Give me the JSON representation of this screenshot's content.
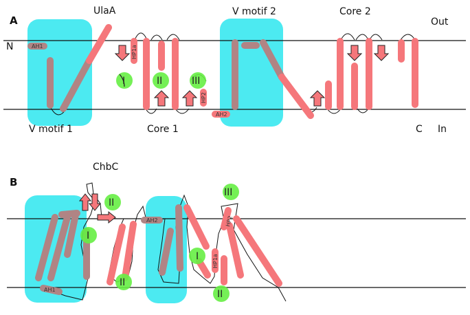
{
  "panel_a": {
    "letter": "A",
    "protein": "UlaA",
    "side_out": "Out",
    "side_in": "In",
    "n_term": "N",
    "c_term": "C",
    "v_motif_1": "V motif 1",
    "v_motif_2": "V motif 2",
    "core_1": "Core 1",
    "core_2": "Core 2",
    "helix_ah1": "AH1",
    "helix_ah2": "AH2",
    "helix_hp1a": "HP1a",
    "helix_hp2": "HP2",
    "site_1": "I",
    "site_2": "II",
    "site_3": "III"
  },
  "panel_b": {
    "letter": "B",
    "protein": "ChbC",
    "helix_ah1": "AH1",
    "helix_ah2": "AH2",
    "helix_hp1a": "HP1a",
    "helix_hp2": "HP2",
    "site_1": "I",
    "site_2a": "II",
    "site_2b": "II",
    "site_2c": "II",
    "site_3": "III"
  },
  "colors": {
    "membrane_line": "#111111",
    "v_motif_box": "#38e8f0",
    "helix": "#f5777b",
    "helix_in_box": "#b08484",
    "site_circle": "#66ee44",
    "loop": "#111111"
  }
}
